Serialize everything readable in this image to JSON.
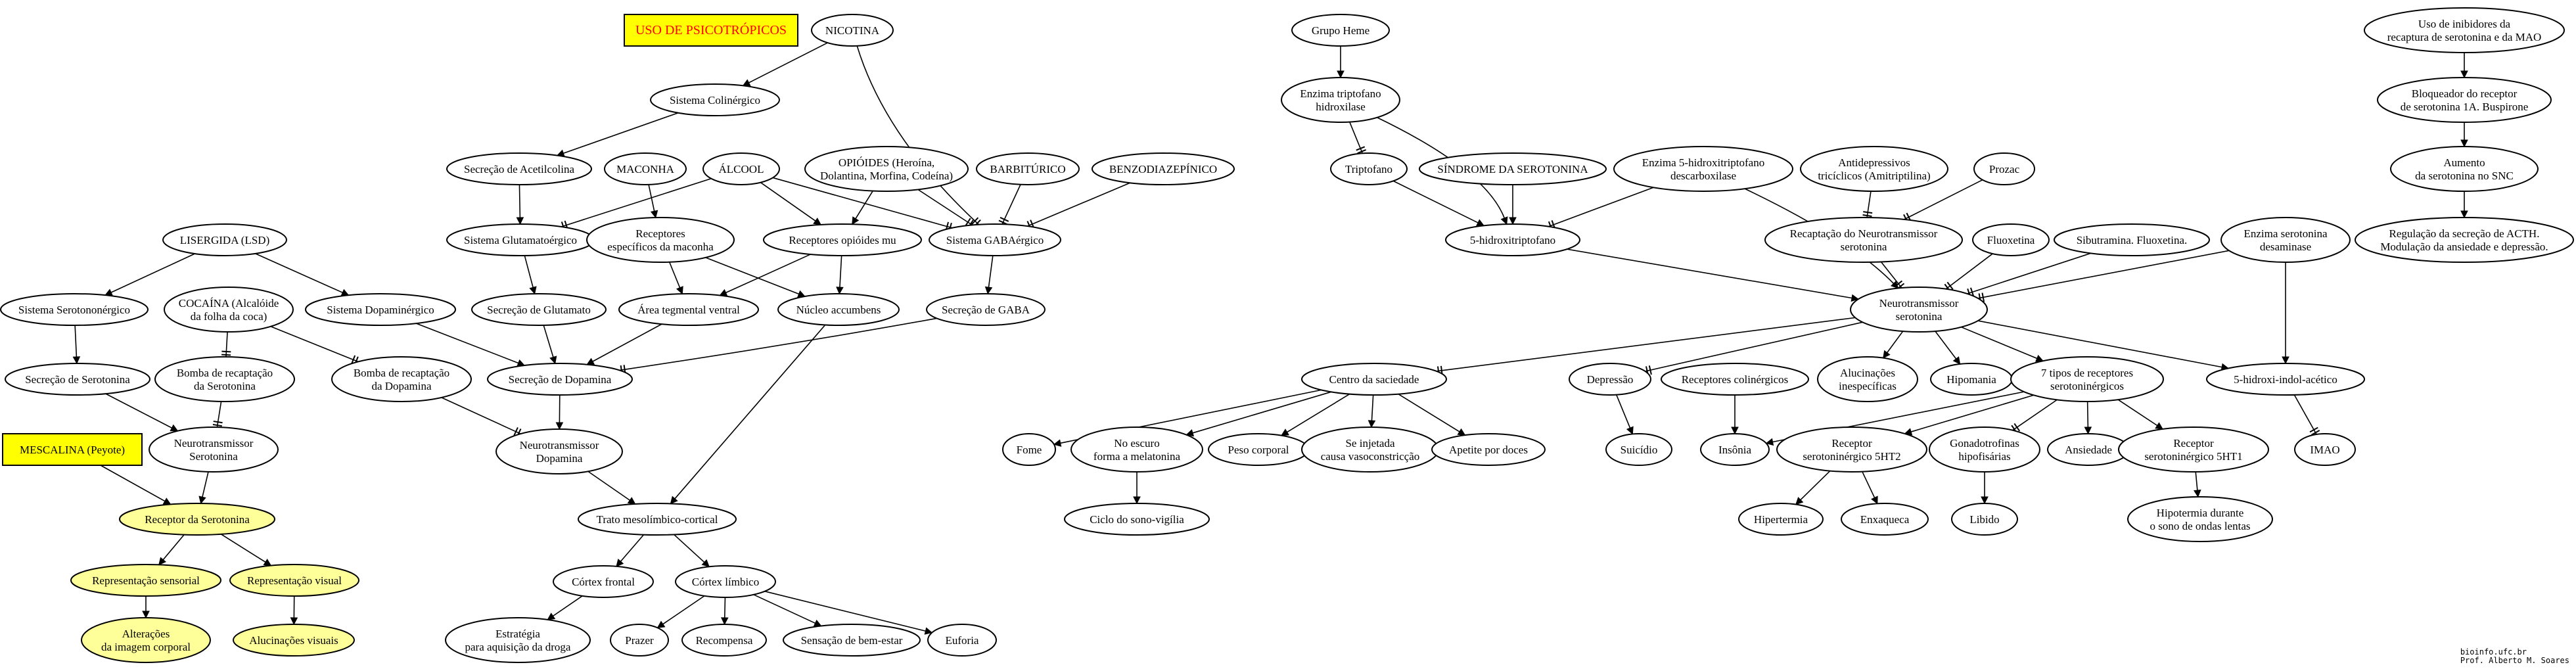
{
  "nodes": {
    "uso_psico": {
      "label": "USO DE PSICOTRÓPICOS"
    },
    "nicotina": {
      "label": "NICOTINA"
    },
    "colinergico": {
      "label": "Sistema Colinérgico"
    },
    "sec_acetilcolina": {
      "label": "Secreção de Acetilcolina"
    },
    "maconha": {
      "label": "MACONHA"
    },
    "alcool": {
      "label": "ÁLCOOL"
    },
    "opioides": {
      "label": "OPIÓIDES (Heroína,\nDolantina, Morfina, Codeína)"
    },
    "barbiturico": {
      "label": "BARBITÚRICO"
    },
    "benzo": {
      "label": "BENZODIAZEPÍNICO"
    },
    "glutamatergico": {
      "label": "Sistema Glutamatoérgico"
    },
    "rec_maconha": {
      "label": "Receptores\nespecíficos da maconha"
    },
    "rec_opioides": {
      "label": "Receptores opióides mu"
    },
    "gabaergico": {
      "label": "Sistema GABAérgico"
    },
    "sec_glutamato": {
      "label": "Secreção de Glutamato"
    },
    "area_tegmental": {
      "label": "Área tegmental ventral"
    },
    "nucleo_accumbens": {
      "label": "Núcleo accumbens"
    },
    "sec_gaba": {
      "label": "Secreção de GABA"
    },
    "lsd": {
      "label": "LISERGIDA (LSD)"
    },
    "serotoninergico": {
      "label": "Sistema Serotononérgico"
    },
    "cocaina": {
      "label": "COCAÍNA (Alcalóide\nda folha da coca)"
    },
    "dopaminergico": {
      "label": "Sistema Dopaminérgico"
    },
    "sec_serotonina": {
      "label": "Secreção de Serotonina"
    },
    "bomba_serotonina": {
      "label": "Bomba de recaptação\nda Serotonina"
    },
    "bomba_dopamina": {
      "label": "Bomba de recaptação\nda Dopamina"
    },
    "sec_dopamina": {
      "label": "Secreção de Dopamina"
    },
    "mescalina": {
      "label": "MESCALINA (Peyote)"
    },
    "neuro_serotonina_l": {
      "label": "Neurotransmissor\nSerotonina"
    },
    "neuro_dopamina": {
      "label": "Neurotransmissor\nDopamina"
    },
    "receptor_serotonina": {
      "label": "Receptor da Serotonina"
    },
    "trato": {
      "label": "Trato mesolímbico-cortical"
    },
    "rep_sensorial": {
      "label": "Representação sensorial"
    },
    "rep_visual": {
      "label": "Representação visual"
    },
    "cortex_frontal": {
      "label": "Córtex frontal"
    },
    "cortex_limbico": {
      "label": "Córtex límbico"
    },
    "alteracoes": {
      "label": "Alterações\nda imagem corporal"
    },
    "alucinacoes_visuais": {
      "label": "Alucinações visuais"
    },
    "estrategia": {
      "label": "Estratégia\npara aquisição da droga"
    },
    "prazer": {
      "label": "Prazer"
    },
    "recompensa": {
      "label": "Recompensa"
    },
    "bem_estar": {
      "label": "Sensação de bem-estar"
    },
    "euforia": {
      "label": "Euforia"
    },
    "grupo_heme": {
      "label": "Grupo Heme"
    },
    "enz_triptofano": {
      "label": "Enzima triptofano\nhidroxilase"
    },
    "triptofano": {
      "label": "Triptofano"
    },
    "sindrome": {
      "label": "SÍNDROME DA SEROTONINA"
    },
    "enz_5htp": {
      "label": "Enzima 5-hidroxitriptofano\ndescarboxilase"
    },
    "antidepressivos": {
      "label": "Antidepressivos\ntricíclicos (Amitriptilina)"
    },
    "prozac": {
      "label": "Prozac"
    },
    "hidroxitriptofano": {
      "label": "5-hidroxitriptofano"
    },
    "recaptacao_sero": {
      "label": "Recaptação do Neurotransmissor\nserotonina"
    },
    "fluoxetina": {
      "label": "Fluoxetina"
    },
    "sibutramina": {
      "label": "Sibutramina. Fluoxetina."
    },
    "enz_desaminase": {
      "label": "Enzima serotonina\ndesaminase"
    },
    "neuro_serotonina": {
      "label": "Neurotransmissor\nserotonina"
    },
    "centro_saciedade": {
      "label": "Centro da saciedade"
    },
    "depressao": {
      "label": "Depressão"
    },
    "rec_colinergicos": {
      "label": "Receptores colinérgicos"
    },
    "alucinacoes_inesp": {
      "label": "Alucinações\ninespecíficas"
    },
    "hipomania": {
      "label": "Hipomania"
    },
    "sete_tipos": {
      "label": "7 tipos de receptores\nserotoninérgicos"
    },
    "hidroxi_indol": {
      "label": "5-hidroxi-indol-acético"
    },
    "fome": {
      "label": "Fome"
    },
    "no_escuro": {
      "label": "No escuro\nforma a melatonina"
    },
    "peso_corporal": {
      "label": "Peso corporal"
    },
    "se_injetada": {
      "label": "Se injetada\ncausa vasoconstricção"
    },
    "apetite": {
      "label": "Apetite por doces"
    },
    "suicidio": {
      "label": "Suicídio"
    },
    "insonia": {
      "label": "Insônia"
    },
    "rec_5ht2": {
      "label": "Receptor\nserotoninérgico 5HT2"
    },
    "gonadotrofinas": {
      "label": "Gonadotrofinas\nhipofisárias"
    },
    "ansiedade": {
      "label": "Ansiedade"
    },
    "rec_5ht1": {
      "label": "Receptor\nserotoninérgico 5HT1"
    },
    "imao": {
      "label": "IMAO"
    },
    "ciclo_sono": {
      "label": "Ciclo do sono-vigília"
    },
    "hipertermia": {
      "label": "Hipertermia"
    },
    "enxaqueca": {
      "label": "Enxaqueca"
    },
    "libido": {
      "label": "Libido"
    },
    "hipotermia": {
      "label": "Hipotermia durante\no sono de ondas lentas"
    },
    "uso_inibidores": {
      "label": "Uso de inibidores da\nrecaptura de serotonina e da MAO"
    },
    "bloqueador": {
      "label": "Bloqueador do receptor\nde serotonina 1A. Buspirone"
    },
    "aumento": {
      "label": "Aumento\nda serotonina no SNC"
    },
    "regulacao": {
      "label": "Regulação da secreção de ACTH.\nModulação da ansiedade e depressão."
    }
  },
  "credit": "bioinfo.ufc.br\nProf. Alberto M. Soares"
}
